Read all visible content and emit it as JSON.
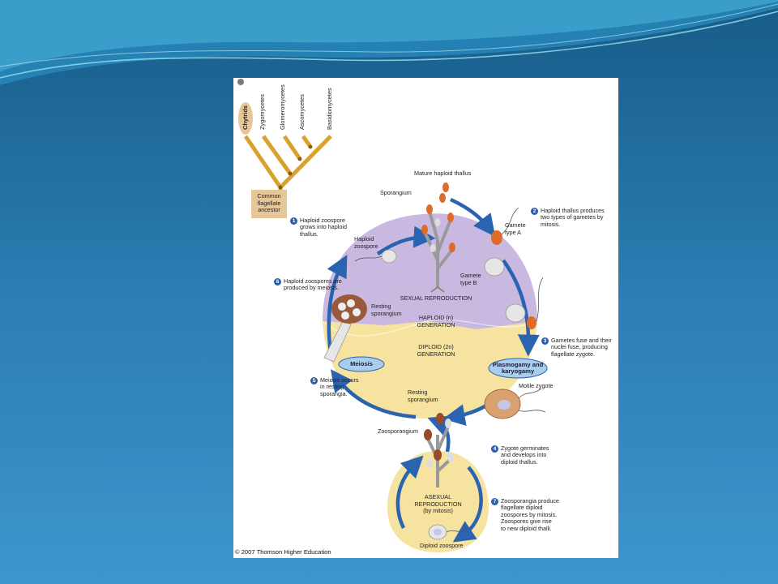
{
  "phylogeny": {
    "taxa": [
      "Chytrids",
      "Zygomycetes",
      "Glomeromycetes",
      "Ascomycetes",
      "Basidiomycetes"
    ],
    "root_label": "Common\nflagellate\nancestor",
    "highlight_color": "#e6c898",
    "branch_color": "#d9a12e"
  },
  "cycle": {
    "center_labels": {
      "sexual": "SEXUAL REPRODUCTION",
      "haploid": "HAPLOID (n)\nGENERATION",
      "diploid": "DIPLOID (2n)\nGENERATION",
      "asexual": "ASEXUAL\nREPRODUCTION\n(by mitosis)"
    },
    "structure_labels": {
      "mature_thallus": "Mature haploid thallus",
      "sporangium": "Sporangium",
      "gamete_a": "Gamete\ntype A",
      "gamete_b": "Gamete\ntype B",
      "haploid_zoospore": "Haploid\nzoospore",
      "resting_sporangium_top": "Resting\nsporangium",
      "resting_sporangium_bottom": "Resting\nsporangium",
      "motile_zygote": "Motile zygote",
      "zoosporangium": "Zoosporangium",
      "diploid_zoospore": "Diploid zoospore"
    },
    "process_ellipses": {
      "meiosis": "Meiosis",
      "plasmogamy": "Plasmogamy and\nkaryogamy"
    },
    "steps": [
      {
        "num": "1",
        "text": "Haploid zoospore\ngrows into haploid\nthallus."
      },
      {
        "num": "2",
        "text": "Haploid thallus produces\ntwo types of gametes by\nmitosis."
      },
      {
        "num": "3",
        "text": "Gametes fuse and their\nnuclei fuse, producing\nflagellate zygote."
      },
      {
        "num": "4",
        "text": "Zygote germinates\nand develops into\ndiploid thallus."
      },
      {
        "num": "5",
        "text": "Meiosis occurs\nin resting\nsporangia."
      },
      {
        "num": "6",
        "text": "Haploid zoospores are\nproduced by meiosis."
      },
      {
        "num": "7",
        "text": "Zoosporangia produce\nflagellate diploid\nzoospores by mitosis.\nZoospores give rise\nto new diploid thalli."
      }
    ],
    "colors": {
      "haploid_region": "#c9b8e0",
      "diploid_region": "#f7e3a0",
      "arrow": "#2a63b0",
      "ellipse_fill": "#a9cdea"
    }
  },
  "copyright": "© 2007 Thomson Higher Education",
  "background": {
    "top": "#1a6a98",
    "bottom": "#3b93c8"
  }
}
